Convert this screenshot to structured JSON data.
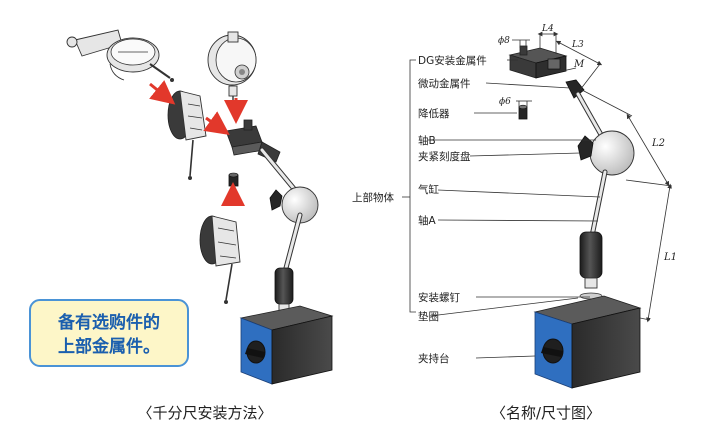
{
  "left_diagram": {
    "caption": "〈千分尺安装方法〉",
    "callout_lines": [
      "备有选购件的",
      "上部金属件。"
    ],
    "colors": {
      "arrow": "#e2382b",
      "callout_fill": "#fdf6c8",
      "callout_border": "#4a93d6",
      "callout_text": "#1b5fae"
    }
  },
  "right_diagram": {
    "caption": "〈名称/尺寸图〉",
    "labels": {
      "dg_fitting": "DG安装金属件",
      "fine_adjust": "微动金属件",
      "reducer": "降低器",
      "shaft_b": "轴B",
      "clamp_dial": "夹紧刻度盘",
      "cylinder": "气缸",
      "shaft_a": "轴A",
      "mount_screw": "安装螺钉",
      "washer": "垫圈",
      "upper_body": "上部物体",
      "holder_base": "夹持台"
    },
    "dimensions": {
      "phi8": "ϕ8",
      "phi6": "ϕ6",
      "l4": "L4",
      "l3": "L3",
      "m": "M",
      "l2": "L2",
      "l1": "L1"
    },
    "colors": {
      "base_label": "#2b73c8"
    }
  }
}
